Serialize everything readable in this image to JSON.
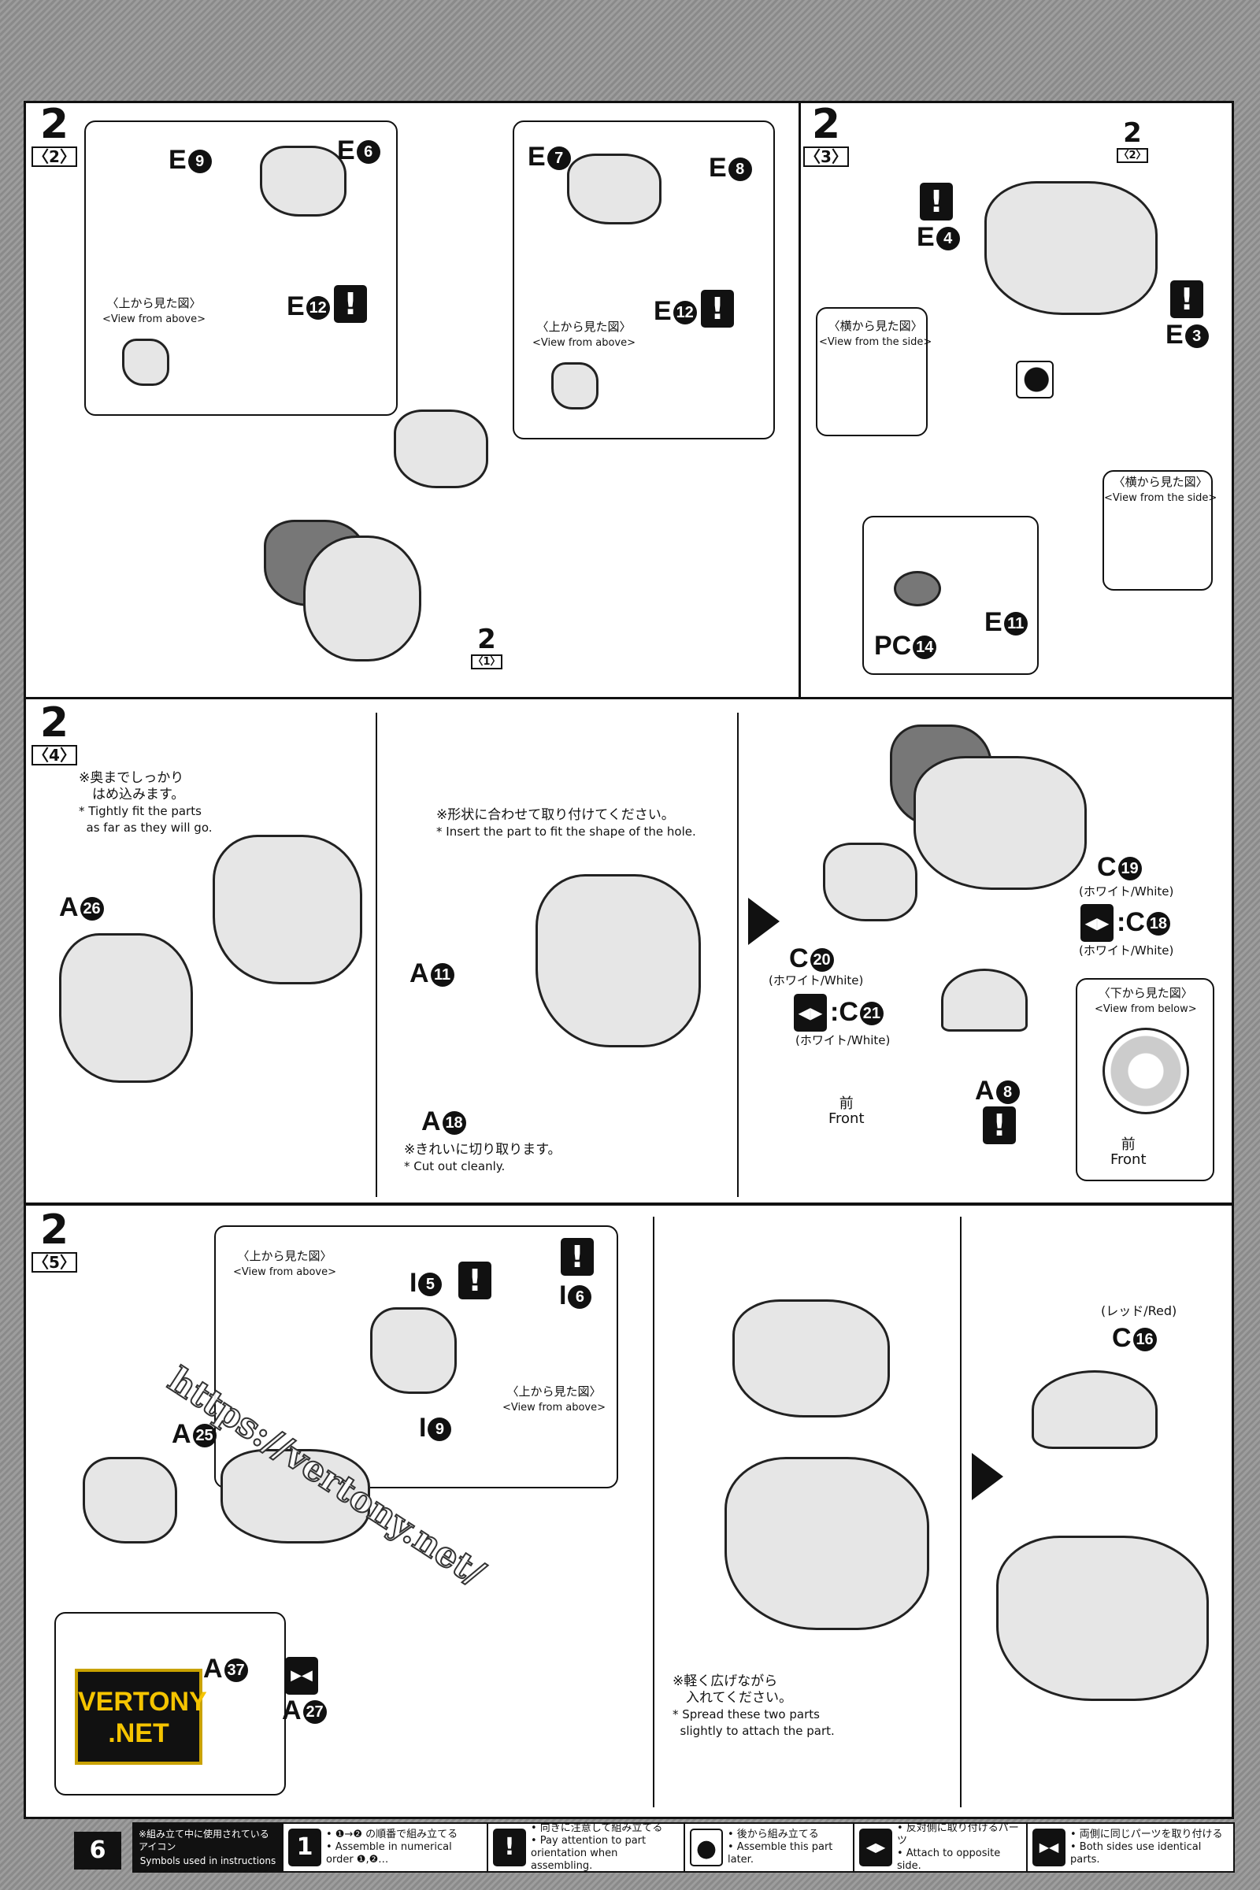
{
  "page_number": "6",
  "steps": {
    "s2_2": {
      "num": "2",
      "sub": "〈2〉",
      "parts": {
        "e9": [
          "E",
          "9"
        ],
        "e6": [
          "E",
          "6"
        ],
        "e12a": [
          "E",
          "12"
        ],
        "e7": [
          "E",
          "7"
        ],
        "e8": [
          "E",
          "8"
        ],
        "e12b": [
          "E",
          "12"
        ]
      },
      "view_above_jp": "〈上から見た図〉",
      "view_above_en": "<View from above>",
      "ref": {
        "num": "2",
        "sub": "〈1〉"
      }
    },
    "s2_3": {
      "num": "2",
      "sub": "〈3〉",
      "ref": {
        "num": "2",
        "sub": "〈2〉"
      },
      "parts": {
        "e4": [
          "E",
          "4"
        ],
        "e3": [
          "E",
          "3"
        ],
        "pc14": [
          "PC",
          "14"
        ],
        "e11": [
          "E",
          "11"
        ]
      },
      "view_side_jp": "〈横から見た図〉",
      "view_side_en": "<View from the side>"
    },
    "s2_4": {
      "num": "2",
      "sub": "〈4〉",
      "note1_jp": "※奥までしっかり\n　はめ込みます。",
      "note1_en": "* Tightly fit the parts\n  as far as they will go.",
      "note2_jp": "※形状に合わせて取り付けてください。",
      "note2_en": "* Insert the part to fit the shape of the hole.",
      "note3_jp": "※きれいに切り取ります。",
      "note3_en": "* Cut out cleanly.",
      "parts": {
        "a26": [
          "A",
          "26"
        ],
        "a11": [
          "A",
          "11"
        ],
        "a18": [
          "A",
          "18"
        ],
        "c19": [
          "C",
          "19"
        ],
        "c18": [
          "C",
          "18"
        ],
        "c20": [
          "C",
          "20"
        ],
        "c21": [
          "C",
          "21"
        ],
        "a8": [
          "A",
          "8"
        ]
      },
      "white": "(ホワイト/White)",
      "front_jp": "前",
      "front_en": "Front",
      "view_below_jp": "〈下から見た図〉",
      "view_below_en": "<View from below>"
    },
    "s2_5": {
      "num": "2",
      "sub": "〈5〉",
      "parts": {
        "i5": [
          "I",
          "5"
        ],
        "i6": [
          "I",
          "6"
        ],
        "i9": [
          "I",
          "9"
        ],
        "a25": [
          "A",
          "25"
        ],
        "a37": [
          "A",
          "37"
        ],
        "a27": [
          "A",
          "27"
        ],
        "c16": [
          "C",
          "16"
        ]
      },
      "view_above_jp": "〈上から見た図〉",
      "view_above_en": "<View from above>",
      "note_jp": "※軽く広げながら\n　入れてください。",
      "note_en": "* Spread these two parts\n  slightly to attach the part.",
      "red": "(レッド/Red)"
    }
  },
  "watermark": {
    "url": "https://vertony.net/",
    "logo": "VERTONY .NET"
  },
  "legend": {
    "title_jp": "※組み立て中に使用されているアイコン",
    "title_en": "Symbols used in instructions",
    "items": [
      {
        "icon": "order-diamond-icon",
        "glyph": "1",
        "jp": "• ❶→❷ の順番で組み立てる",
        "en": "• Assemble in numerical order ❶,❷…"
      },
      {
        "icon": "exclamation-icon",
        "glyph": "!",
        "jp": "• 向きに注意して組み立てる",
        "en": "• Pay attention to part orientation when assembling."
      },
      {
        "icon": "later-circle-icon",
        "glyph": "●",
        "jp": "• 後から組み立てる",
        "en": "• Assemble this part later."
      },
      {
        "icon": "opposite-side-icon",
        "glyph": "◀▶",
        "jp": "• 反対側に取り付けるパーツ",
        "en": "• Attach to opposite side."
      },
      {
        "icon": "both-sides-icon",
        "glyph": "▶◀",
        "jp": "• 両側に同じパーツを取り付ける",
        "en": "• Both sides use identical parts."
      }
    ]
  },
  "colors": {
    "ink": "#111111",
    "logo_gold": "#f5c400"
  }
}
